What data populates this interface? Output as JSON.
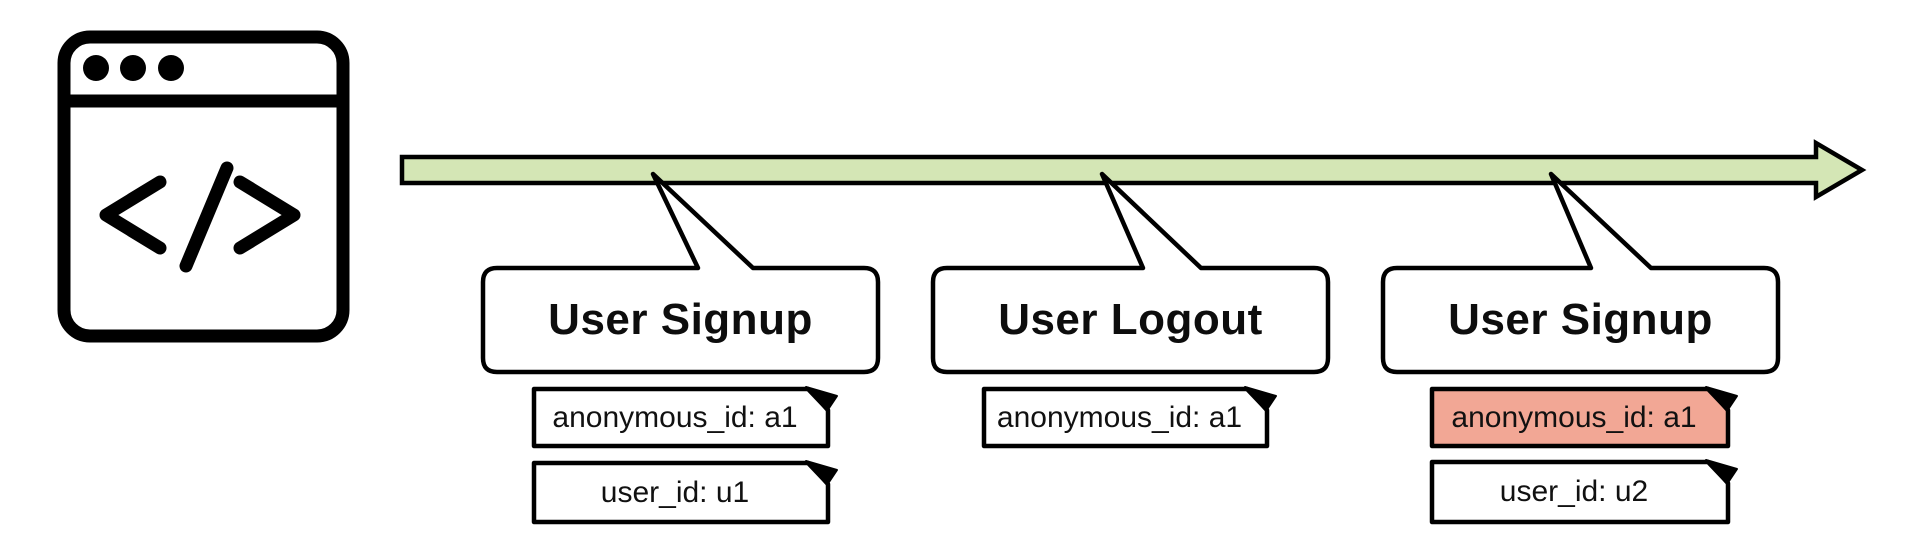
{
  "colors": {
    "timeline_green": "#d4e6b5",
    "highlight_salmon": "#f2a795",
    "outline": "#000000",
    "background": "#ffffff"
  },
  "icon": {
    "name": "browser-code-icon",
    "glyph": "</>"
  },
  "timeline": {
    "direction": "left-to-right"
  },
  "events": [
    {
      "title": "User Signup",
      "tags": [
        {
          "label": "anonymous_id: a1",
          "highlighted": false
        },
        {
          "label": "user_id: u1",
          "highlighted": false
        }
      ]
    },
    {
      "title": "User Logout",
      "tags": [
        {
          "label": "anonymous_id: a1",
          "highlighted": false
        }
      ]
    },
    {
      "title": "User Signup",
      "tags": [
        {
          "label": "anonymous_id: a1",
          "highlighted": true
        },
        {
          "label": "user_id: u2",
          "highlighted": false
        }
      ]
    }
  ]
}
